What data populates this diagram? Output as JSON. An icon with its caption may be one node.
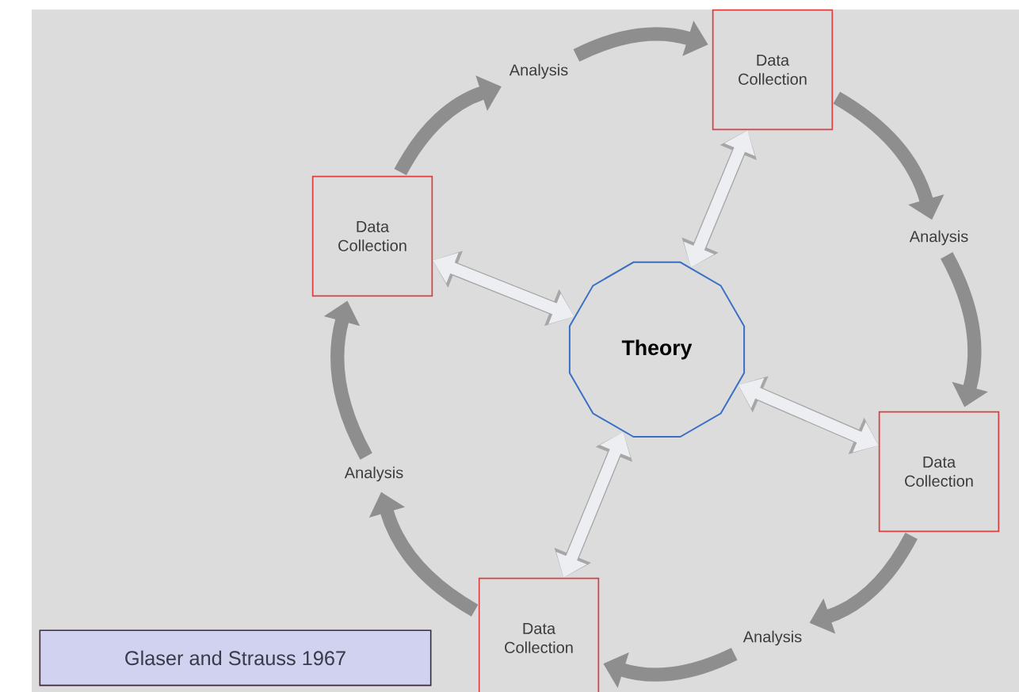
{
  "diagram": {
    "nodes": [
      {
        "text": [
          "Theory"
        ]
      },
      {
        "text": [
          "Analysis"
        ]
      },
      {
        "text": [
          "Data Collection"
        ]
      },
      {
        "text": [
          "Analysis"
        ]
      },
      {
        "text": [
          "Data Collection"
        ]
      },
      {
        "text": [
          "Analysis"
        ]
      },
      {
        "text": [
          "Data Collection"
        ]
      },
      {
        "text": [
          "Analysis"
        ]
      },
      {
        "text": [
          "Data Collection"
        ]
      },
      {
        "text": [
          "Glaser and Strauss 1967"
        ]
      }
    ],
    "edges": [
      {
        "from": 1,
        "to": 2,
        "arrow": "to"
      },
      {
        "from": 2,
        "to": 3,
        "arrow": "to"
      },
      {
        "from": 3,
        "to": 4,
        "arrow": "to"
      },
      {
        "from": 4,
        "to": 5,
        "arrow": "to"
      },
      {
        "from": 5,
        "to": 6,
        "arrow": "to"
      },
      {
        "from": 6,
        "to": 7,
        "arrow": "to"
      },
      {
        "from": 7,
        "to": 8,
        "arrow": "to"
      },
      {
        "from": 8,
        "to": 1,
        "arrow": "to"
      },
      {
        "from": 0,
        "to": 2,
        "arrow": "both",
        "color": "#eceef2"
      },
      {
        "from": 0,
        "to": 4,
        "arrow": "both",
        "color": "#eceef2"
      },
      {
        "from": 0,
        "to": 6,
        "arrow": "both",
        "color": "#eceef2"
      },
      {
        "from": 0,
        "to": 8,
        "arrow": "both",
        "color": "#eceef2"
      }
    ]
  }
}
